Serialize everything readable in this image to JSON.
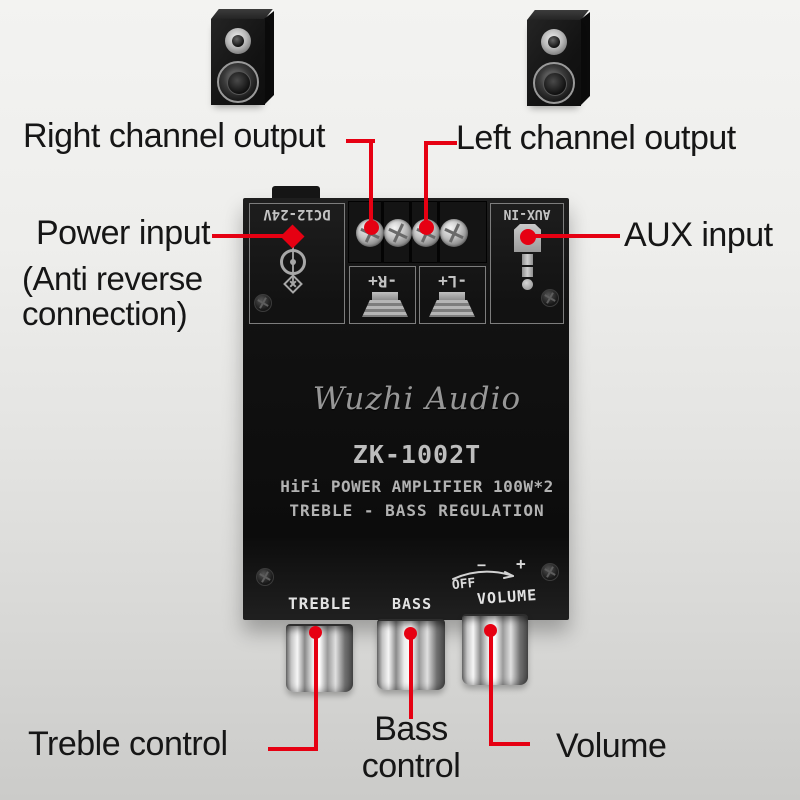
{
  "annotations": {
    "right_channel": "Right channel output",
    "left_channel": "Left channel output",
    "power": "Power input",
    "power_note1": "(Anti reverse",
    "power_note2": "connection)",
    "aux": "AUX input",
    "treble": "Treble control",
    "bass_line1": "Bass",
    "bass_line2": "control",
    "volume": "Volume"
  },
  "board": {
    "brand": "Wuzhi Audio",
    "model": "ZK-1002T",
    "spec1": "HiFi POWER AMPLIFIER 100W*2",
    "spec2": "TREBLE - BASS REGULATION",
    "dc_label": "DC12-24V",
    "aux_label": "AUX-IN",
    "terminal_right": "-R+",
    "terminal_left": "-L+",
    "treble_label": "TREBLE",
    "bass_label": "BASS",
    "volume_label": "VOLUME",
    "off_label": "OFF",
    "minus": "−",
    "plus": "+"
  },
  "colors": {
    "annotation_red": "#e60012",
    "board_black": "#101010",
    "silver_print": "#b5b5b5"
  }
}
